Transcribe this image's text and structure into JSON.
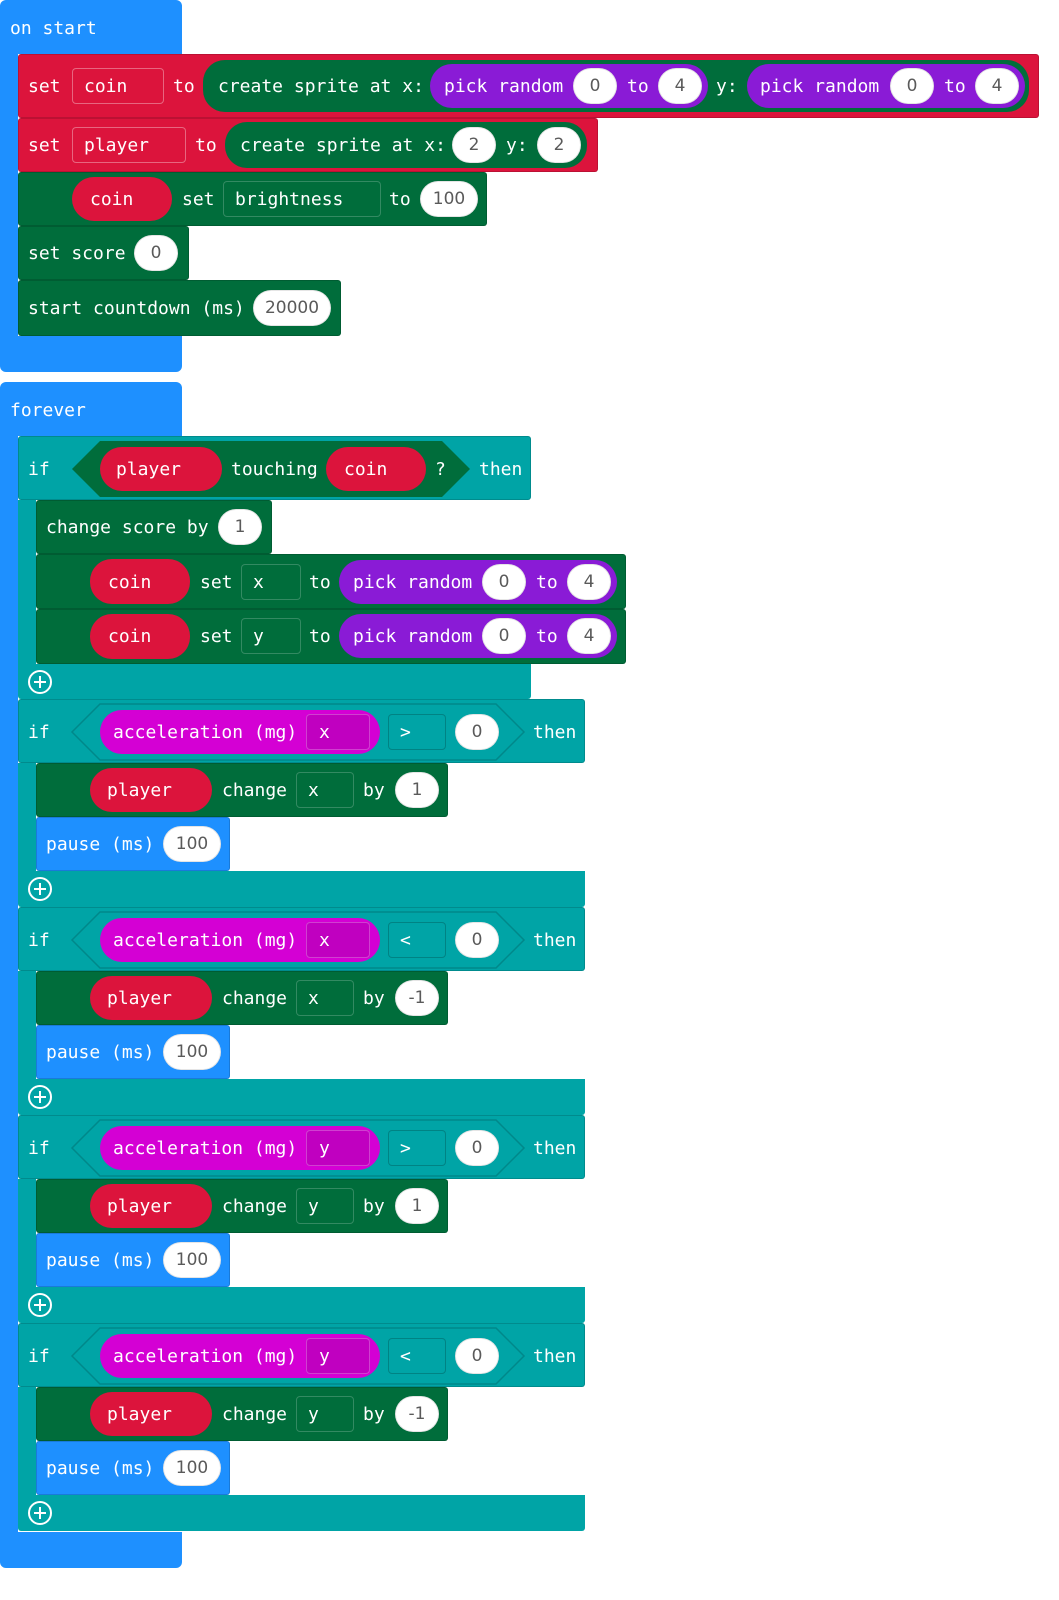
{
  "on_start": {
    "label": "on start",
    "set_coin": {
      "set": "set",
      "var": "coin",
      "to": "to",
      "create": "create sprite at x:",
      "pick1": "pick random",
      "pick1_from": "0",
      "pick1_to_label": "to",
      "pick1_to": "4",
      "y_label": "y:",
      "pick2": "pick random",
      "pick2_from": "0",
      "pick2_to_label": "to",
      "pick2_to": "4"
    },
    "set_player": {
      "set": "set",
      "var": "player",
      "to": "to",
      "create": "create sprite at x:",
      "x": "2",
      "y_label": "y:",
      "y": "2"
    },
    "brightness": {
      "sprite": "coin",
      "set": "set",
      "prop": "brightness",
      "to": "to",
      "value": "100"
    },
    "set_score": {
      "label": "set score",
      "value": "0"
    },
    "countdown": {
      "label": "start countdown (ms)",
      "value": "20000"
    }
  },
  "forever": {
    "label": "forever",
    "if_touch": {
      "if": "if",
      "a": "player",
      "touching": "touching",
      "b": "coin",
      "q": "?",
      "then": "then",
      "change_score": {
        "label": "change score by",
        "value": "1"
      },
      "set_x": {
        "sprite": "coin",
        "set": "set",
        "prop": "x",
        "to": "to",
        "pick": "pick random",
        "from": "0",
        "to_label": "to",
        "to_val": "4"
      },
      "set_y": {
        "sprite": "coin",
        "set": "set",
        "prop": "y",
        "to": "to",
        "pick": "pick random",
        "from": "0",
        "to_label": "to",
        "to_val": "4"
      }
    },
    "ifs": [
      {
        "if": "if",
        "acc": "acceleration (mg)",
        "axis": "x",
        "op": ">",
        "cmp": "0",
        "then": "then",
        "sprite": "player",
        "change": "change",
        "prop": "x",
        "by": "by",
        "delta": "1",
        "pause": "pause (ms)",
        "pause_val": "100"
      },
      {
        "if": "if",
        "acc": "acceleration (mg)",
        "axis": "x",
        "op": "<",
        "cmp": "0",
        "then": "then",
        "sprite": "player",
        "change": "change",
        "prop": "x",
        "by": "by",
        "delta": "-1",
        "pause": "pause (ms)",
        "pause_val": "100"
      },
      {
        "if": "if",
        "acc": "acceleration (mg)",
        "axis": "y",
        "op": ">",
        "cmp": "0",
        "then": "then",
        "sprite": "player",
        "change": "change",
        "prop": "y",
        "by": "by",
        "delta": "1",
        "pause": "pause (ms)",
        "pause_val": "100"
      },
      {
        "if": "if",
        "acc": "acceleration (mg)",
        "axis": "y",
        "op": "<",
        "cmp": "0",
        "then": "then",
        "sprite": "player",
        "change": "change",
        "prop": "y",
        "by": "by",
        "delta": "-1",
        "pause": "pause (ms)",
        "pause_val": "100"
      }
    ]
  },
  "colors": {
    "basic": "#1e90ff",
    "variables": "#dc143c",
    "sprites": "#006d3b",
    "logic": "#00a4a6",
    "math": "#8a1bd6",
    "input": "#d400d4"
  },
  "icons": {
    "add_branch": "plus-circle-icon"
  }
}
